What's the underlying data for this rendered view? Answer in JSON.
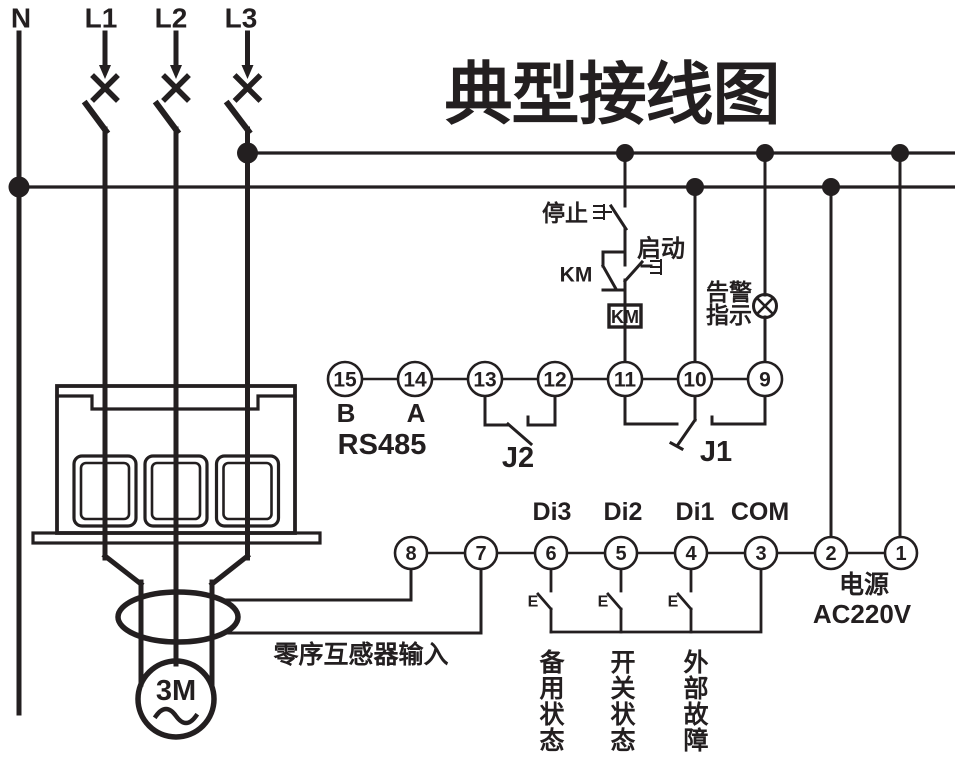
{
  "title": "典型接线图",
  "colors": {
    "ink": "#231f20",
    "paper": "#ffffff"
  },
  "supply": {
    "neutral": "N",
    "phase1": "L1",
    "phase2": "L2",
    "phase3": "L3"
  },
  "terminals": {
    "top": [
      "15",
      "14",
      "13",
      "12",
      "11",
      "10",
      "9"
    ],
    "bottom": [
      "8",
      "7",
      "6",
      "5",
      "4",
      "3",
      "2",
      "1"
    ]
  },
  "comm": {
    "b": "B",
    "a": "A",
    "bus": "RS485"
  },
  "relays": {
    "j2": "J2",
    "j1": "J1"
  },
  "control": {
    "stop": "停止",
    "start": "启动",
    "contactor": "KM",
    "coil": "KM",
    "alarm_line1": "告警",
    "alarm_line2": "指示"
  },
  "digital_inputs": {
    "di3": "Di3",
    "di2": "Di2",
    "di1": "Di1",
    "com": "COM",
    "external_contact": "E"
  },
  "di_functions": {
    "di3": "备用状态",
    "di2": "开关状态",
    "di1": "外部故障"
  },
  "power_supply": {
    "label": "电源",
    "voltage": "AC220V"
  },
  "ct": {
    "label": "零序互感器输入"
  },
  "motor": {
    "label": "3M"
  }
}
